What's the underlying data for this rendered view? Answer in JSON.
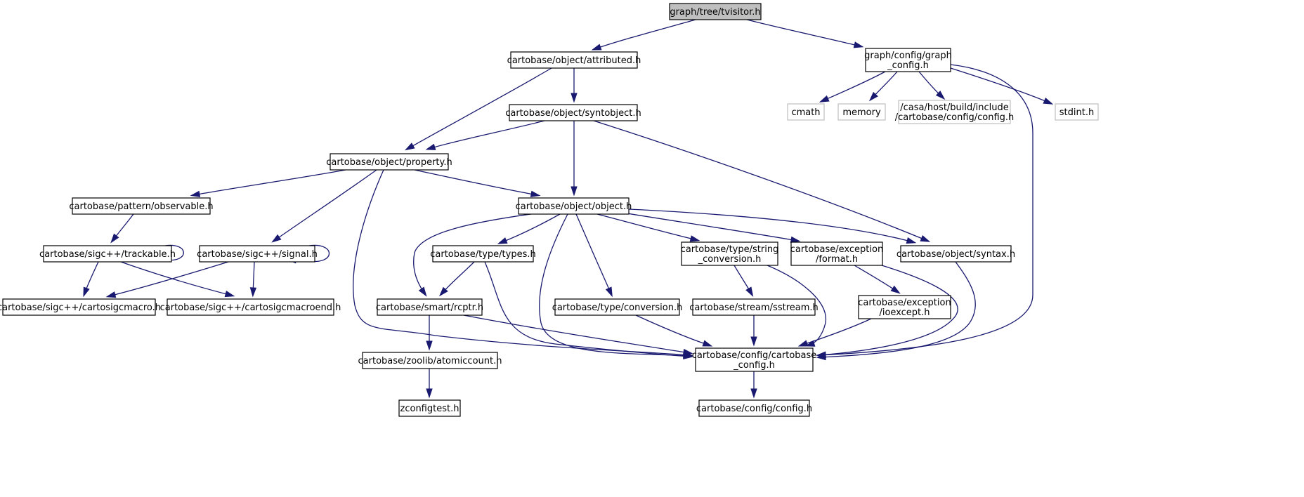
{
  "diagram": {
    "colors": {
      "edge": "#191970",
      "root_fill": "#bfbfbf",
      "external_border": "#bfbfbf",
      "node_border": "#000000"
    },
    "nodes": [
      {
        "id": "tvisitor",
        "lines": [
          "graph/tree/tvisitor.h"
        ],
        "kind": "root"
      },
      {
        "id": "attributed",
        "lines": [
          "cartobase/object/attributed.h"
        ],
        "kind": "normal"
      },
      {
        "id": "graphconfig",
        "lines": [
          "graph/config/graph",
          "_config.h"
        ],
        "kind": "normal"
      },
      {
        "id": "syntobject",
        "lines": [
          "cartobase/object/syntobject.h"
        ],
        "kind": "normal"
      },
      {
        "id": "cmath",
        "lines": [
          "cmath"
        ],
        "kind": "external"
      },
      {
        "id": "memory",
        "lines": [
          "memory"
        ],
        "kind": "external"
      },
      {
        "id": "casaconfig",
        "lines": [
          "/casa/host/build/include",
          "/cartobase/config/config.h"
        ],
        "kind": "external"
      },
      {
        "id": "stdint",
        "lines": [
          "stdint.h"
        ],
        "kind": "external"
      },
      {
        "id": "property",
        "lines": [
          "cartobase/object/property.h"
        ],
        "kind": "normal"
      },
      {
        "id": "observable",
        "lines": [
          "cartobase/pattern/observable.h"
        ],
        "kind": "normal"
      },
      {
        "id": "object",
        "lines": [
          "cartobase/object/object.h"
        ],
        "kind": "normal"
      },
      {
        "id": "trackable",
        "lines": [
          "cartobase/sigc++/trackable.h"
        ],
        "kind": "normal"
      },
      {
        "id": "signal",
        "lines": [
          "cartobase/sigc++/signal.h"
        ],
        "kind": "normal"
      },
      {
        "id": "types",
        "lines": [
          "cartobase/type/types.h"
        ],
        "kind": "normal"
      },
      {
        "id": "stringconv",
        "lines": [
          "cartobase/type/string",
          "_conversion.h"
        ],
        "kind": "normal"
      },
      {
        "id": "format",
        "lines": [
          "cartobase/exception",
          "/format.h"
        ],
        "kind": "normal"
      },
      {
        "id": "syntax",
        "lines": [
          "cartobase/object/syntax.h"
        ],
        "kind": "normal"
      },
      {
        "id": "sigcmacro",
        "lines": [
          "cartobase/sigc++/cartosigcmacro.h"
        ],
        "kind": "normal"
      },
      {
        "id": "sigcmacroend",
        "lines": [
          "cartobase/sigc++/cartosigcmacroend.h"
        ],
        "kind": "normal"
      },
      {
        "id": "rcptr",
        "lines": [
          "cartobase/smart/rcptr.h"
        ],
        "kind": "normal"
      },
      {
        "id": "conversion",
        "lines": [
          "cartobase/type/conversion.h"
        ],
        "kind": "normal"
      },
      {
        "id": "sstream",
        "lines": [
          "cartobase/stream/sstream.h"
        ],
        "kind": "normal"
      },
      {
        "id": "ioexcept",
        "lines": [
          "cartobase/exception",
          "/ioexcept.h"
        ],
        "kind": "normal"
      },
      {
        "id": "cartobaseconfig",
        "lines": [
          "cartobase/config/cartobase",
          "_config.h"
        ],
        "kind": "normal"
      },
      {
        "id": "atomiccount",
        "lines": [
          "cartobase/zoolib/atomiccount.h"
        ],
        "kind": "normal"
      },
      {
        "id": "zconfigtest",
        "lines": [
          "zconfigtest.h"
        ],
        "kind": "normal"
      },
      {
        "id": "config",
        "lines": [
          "cartobase/config/config.h"
        ],
        "kind": "normal"
      }
    ],
    "edges": [
      [
        "tvisitor",
        "attributed"
      ],
      [
        "tvisitor",
        "graphconfig"
      ],
      [
        "attributed",
        "syntobject"
      ],
      [
        "attributed",
        "property"
      ],
      [
        "graphconfig",
        "cmath"
      ],
      [
        "graphconfig",
        "memory"
      ],
      [
        "graphconfig",
        "casaconfig"
      ],
      [
        "graphconfig",
        "stdint"
      ],
      [
        "graphconfig",
        "cartobaseconfig"
      ],
      [
        "syntobject",
        "property"
      ],
      [
        "syntobject",
        "object"
      ],
      [
        "syntobject",
        "syntax"
      ],
      [
        "property",
        "observable"
      ],
      [
        "property",
        "object"
      ],
      [
        "property",
        "signal"
      ],
      [
        "property",
        "cartobaseconfig"
      ],
      [
        "observable",
        "trackable"
      ],
      [
        "trackable",
        "trackable"
      ],
      [
        "trackable",
        "sigcmacro"
      ],
      [
        "trackable",
        "sigcmacroend"
      ],
      [
        "signal",
        "signal"
      ],
      [
        "signal",
        "sigcmacro"
      ],
      [
        "signal",
        "sigcmacroend"
      ],
      [
        "object",
        "types"
      ],
      [
        "object",
        "rcptr"
      ],
      [
        "object",
        "cartobaseconfig"
      ],
      [
        "object",
        "conversion"
      ],
      [
        "object",
        "stringconv"
      ],
      [
        "object",
        "format"
      ],
      [
        "object",
        "syntax"
      ],
      [
        "types",
        "rcptr"
      ],
      [
        "types",
        "cartobaseconfig"
      ],
      [
        "rcptr",
        "atomiccount"
      ],
      [
        "rcptr",
        "cartobaseconfig"
      ],
      [
        "atomiccount",
        "zconfigtest"
      ],
      [
        "conversion",
        "cartobaseconfig"
      ],
      [
        "stringconv",
        "sstream"
      ],
      [
        "stringconv",
        "cartobaseconfig"
      ],
      [
        "format",
        "ioexcept"
      ],
      [
        "format",
        "cartobaseconfig"
      ],
      [
        "syntax",
        "cartobaseconfig"
      ],
      [
        "sstream",
        "cartobaseconfig"
      ],
      [
        "ioexcept",
        "cartobaseconfig"
      ],
      [
        "cartobaseconfig",
        "config"
      ]
    ]
  }
}
